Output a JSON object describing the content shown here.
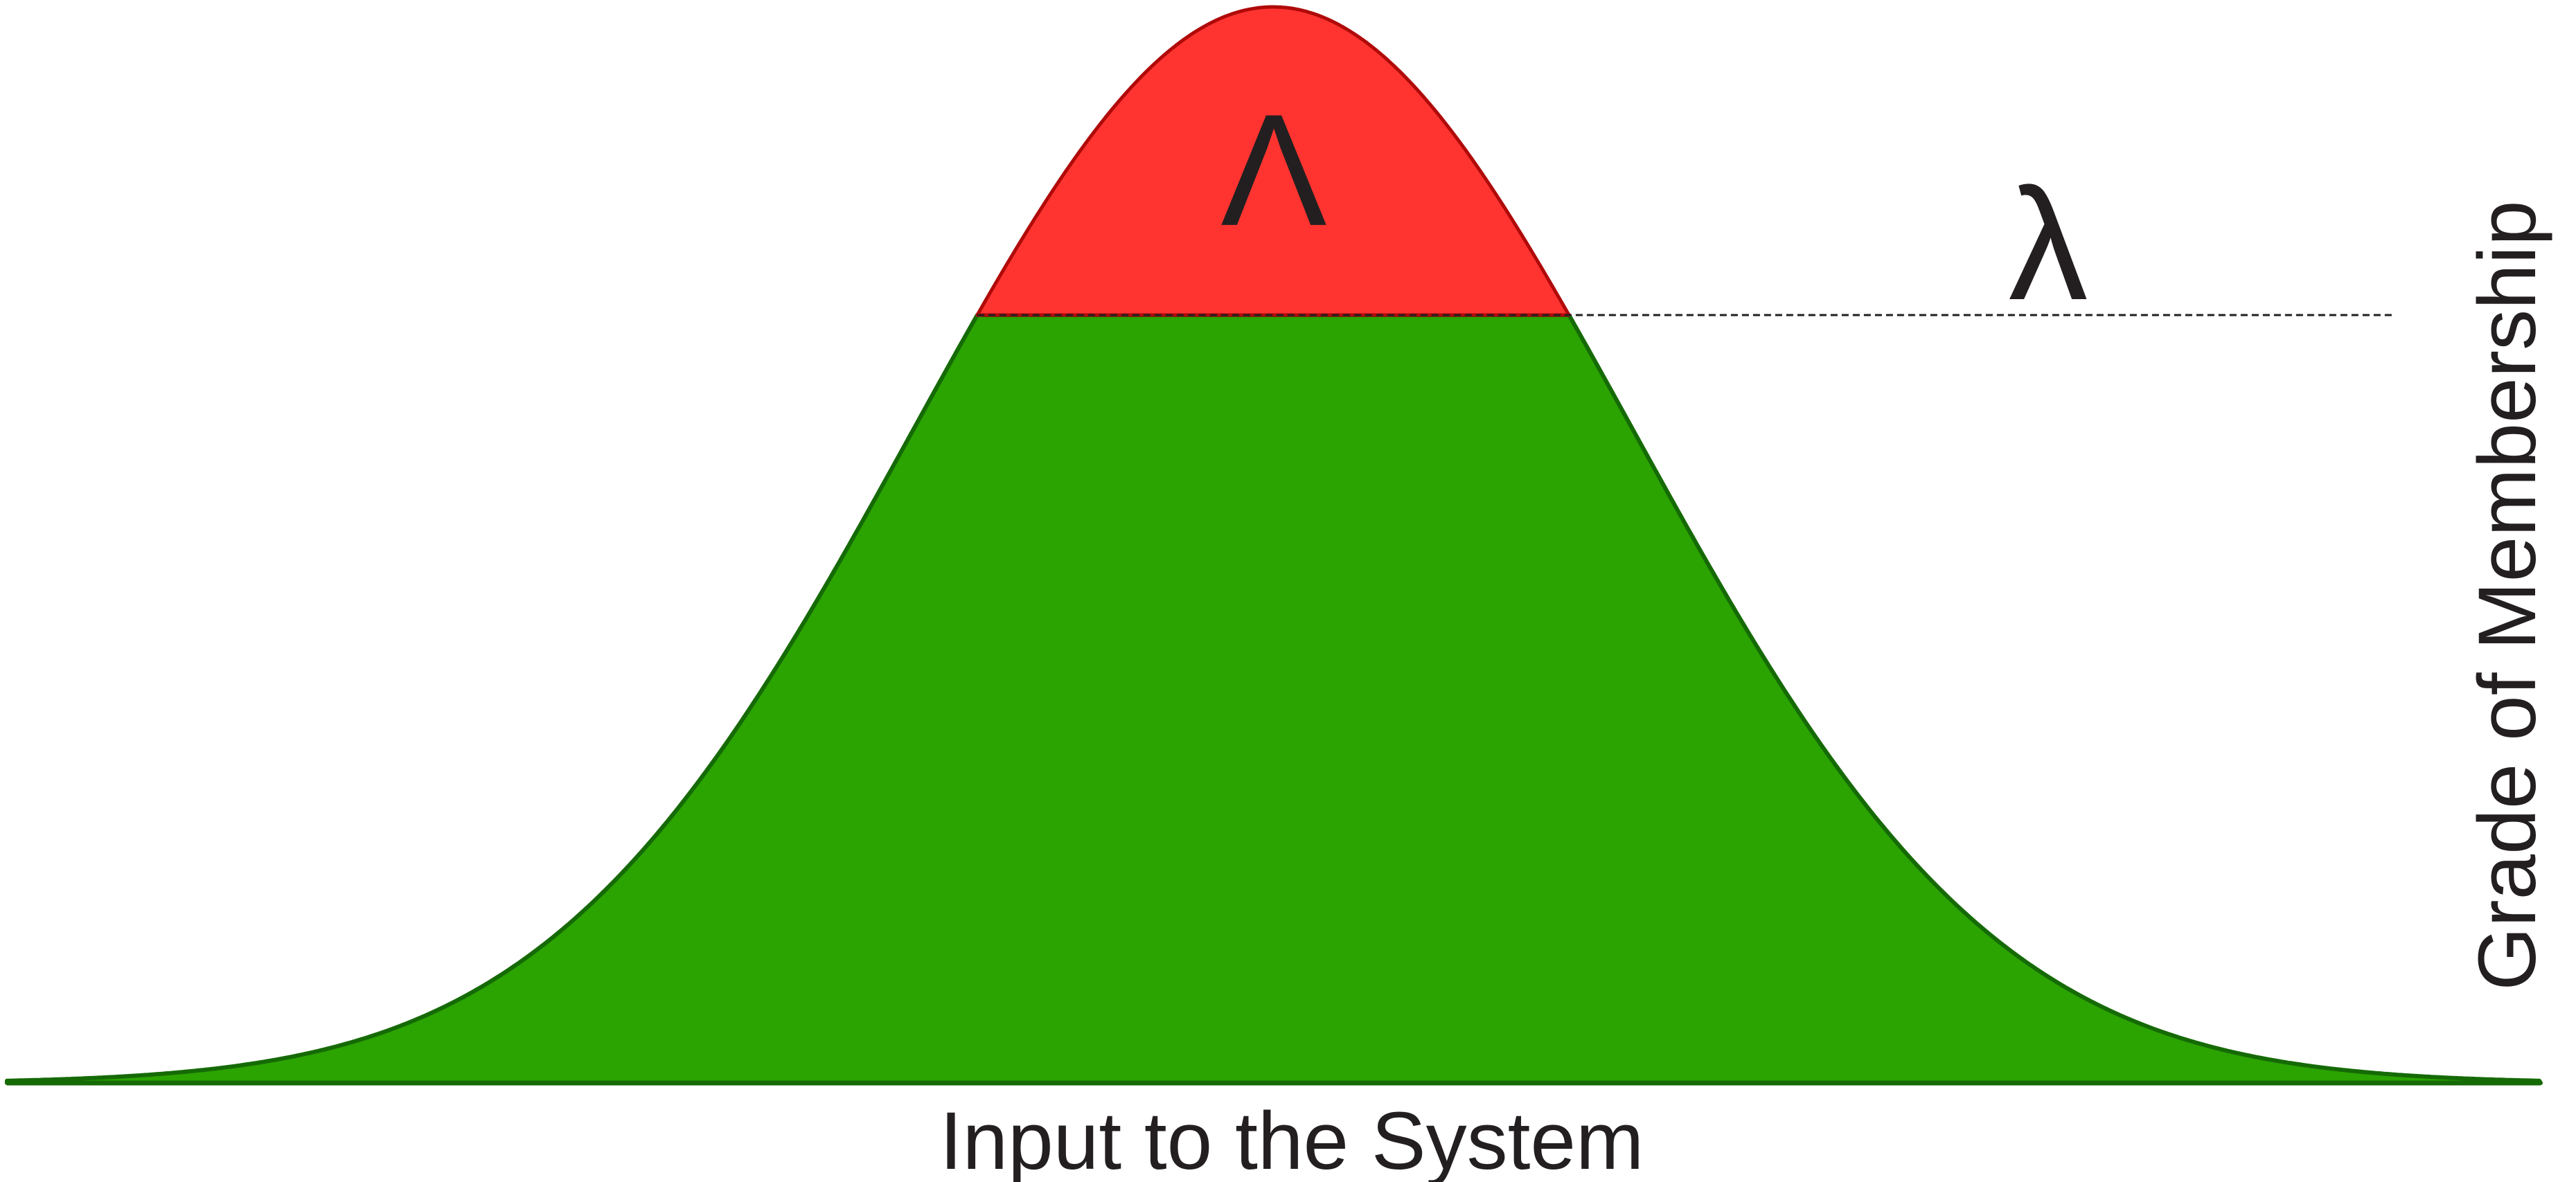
{
  "diagram": {
    "x_axis_label": "Input to the System",
    "y_axis_label": "Grade of Membership",
    "upper_region_label": "Λ",
    "threshold_label": "λ",
    "colors": {
      "upper_region_fill": "#ff3430",
      "upper_region_stroke": "#b00a0a",
      "lower_region_fill": "#2ba300",
      "lower_region_stroke": "#156a06",
      "threshold_line": "#231f20",
      "text": "#231f20",
      "background": "#ffffff"
    }
  }
}
